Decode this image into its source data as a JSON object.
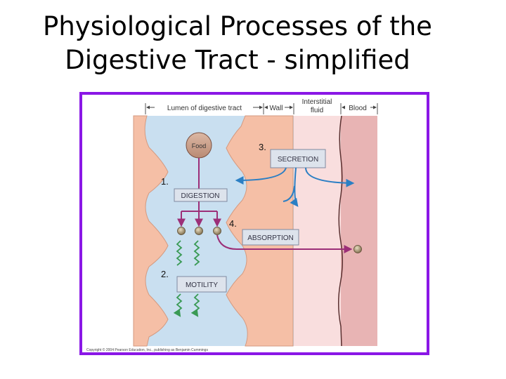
{
  "slide": {
    "title_line1": "Physiological Processes of the",
    "title_line2": "Digestive Tract - simplified"
  },
  "figure": {
    "regions": {
      "lumen": "Lumen of digestive tract",
      "wall": "Wall",
      "interstitial_line1": "Interstitial",
      "interstitial_line2": "fluid",
      "blood": "Blood"
    },
    "boxes": {
      "food": "Food",
      "secretion": "SECRETION",
      "digestion": "DIGESTION",
      "absorption": "ABSORPTION",
      "motility": "MOTILITY"
    },
    "markers": [
      "1.",
      "2.",
      "3.",
      "4."
    ],
    "copyright": "Copyright © 2004 Pearson Education, Inc., publishing as Benjamin Cummings",
    "colors": {
      "frame": "#8a17e6",
      "lumen": "#c9dff0",
      "wall": "#f5bfa6",
      "interstitial": "#f9dede",
      "blood": "#e8b4b4",
      "arrow_blue": "#2b7fc4",
      "arrow_purple": "#9c2f78",
      "motility_green": "#3a9a55"
    }
  }
}
